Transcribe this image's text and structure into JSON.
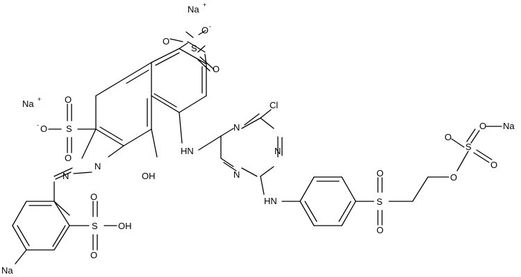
{
  "molecule": {
    "atoms": {
      "na_top": "Na",
      "na_left": "Na",
      "na_right": "Na",
      "na_bottom": "Na",
      "cl": "Cl",
      "oh": "OH",
      "so3h_oh": "OH",
      "nh1": "HN",
      "nh2": "HN",
      "n_azo1": "N",
      "n_azo2": "N",
      "tri_n1": "N",
      "tri_n2": "N",
      "tri_n3": "N",
      "s_left": "S",
      "s_top": "S",
      "s_mid": "S",
      "s_bot": "S",
      "s_right": "S",
      "o": "O",
      "o_minus": "O"
    },
    "charges": {
      "plus": "+",
      "minus": "-"
    }
  }
}
